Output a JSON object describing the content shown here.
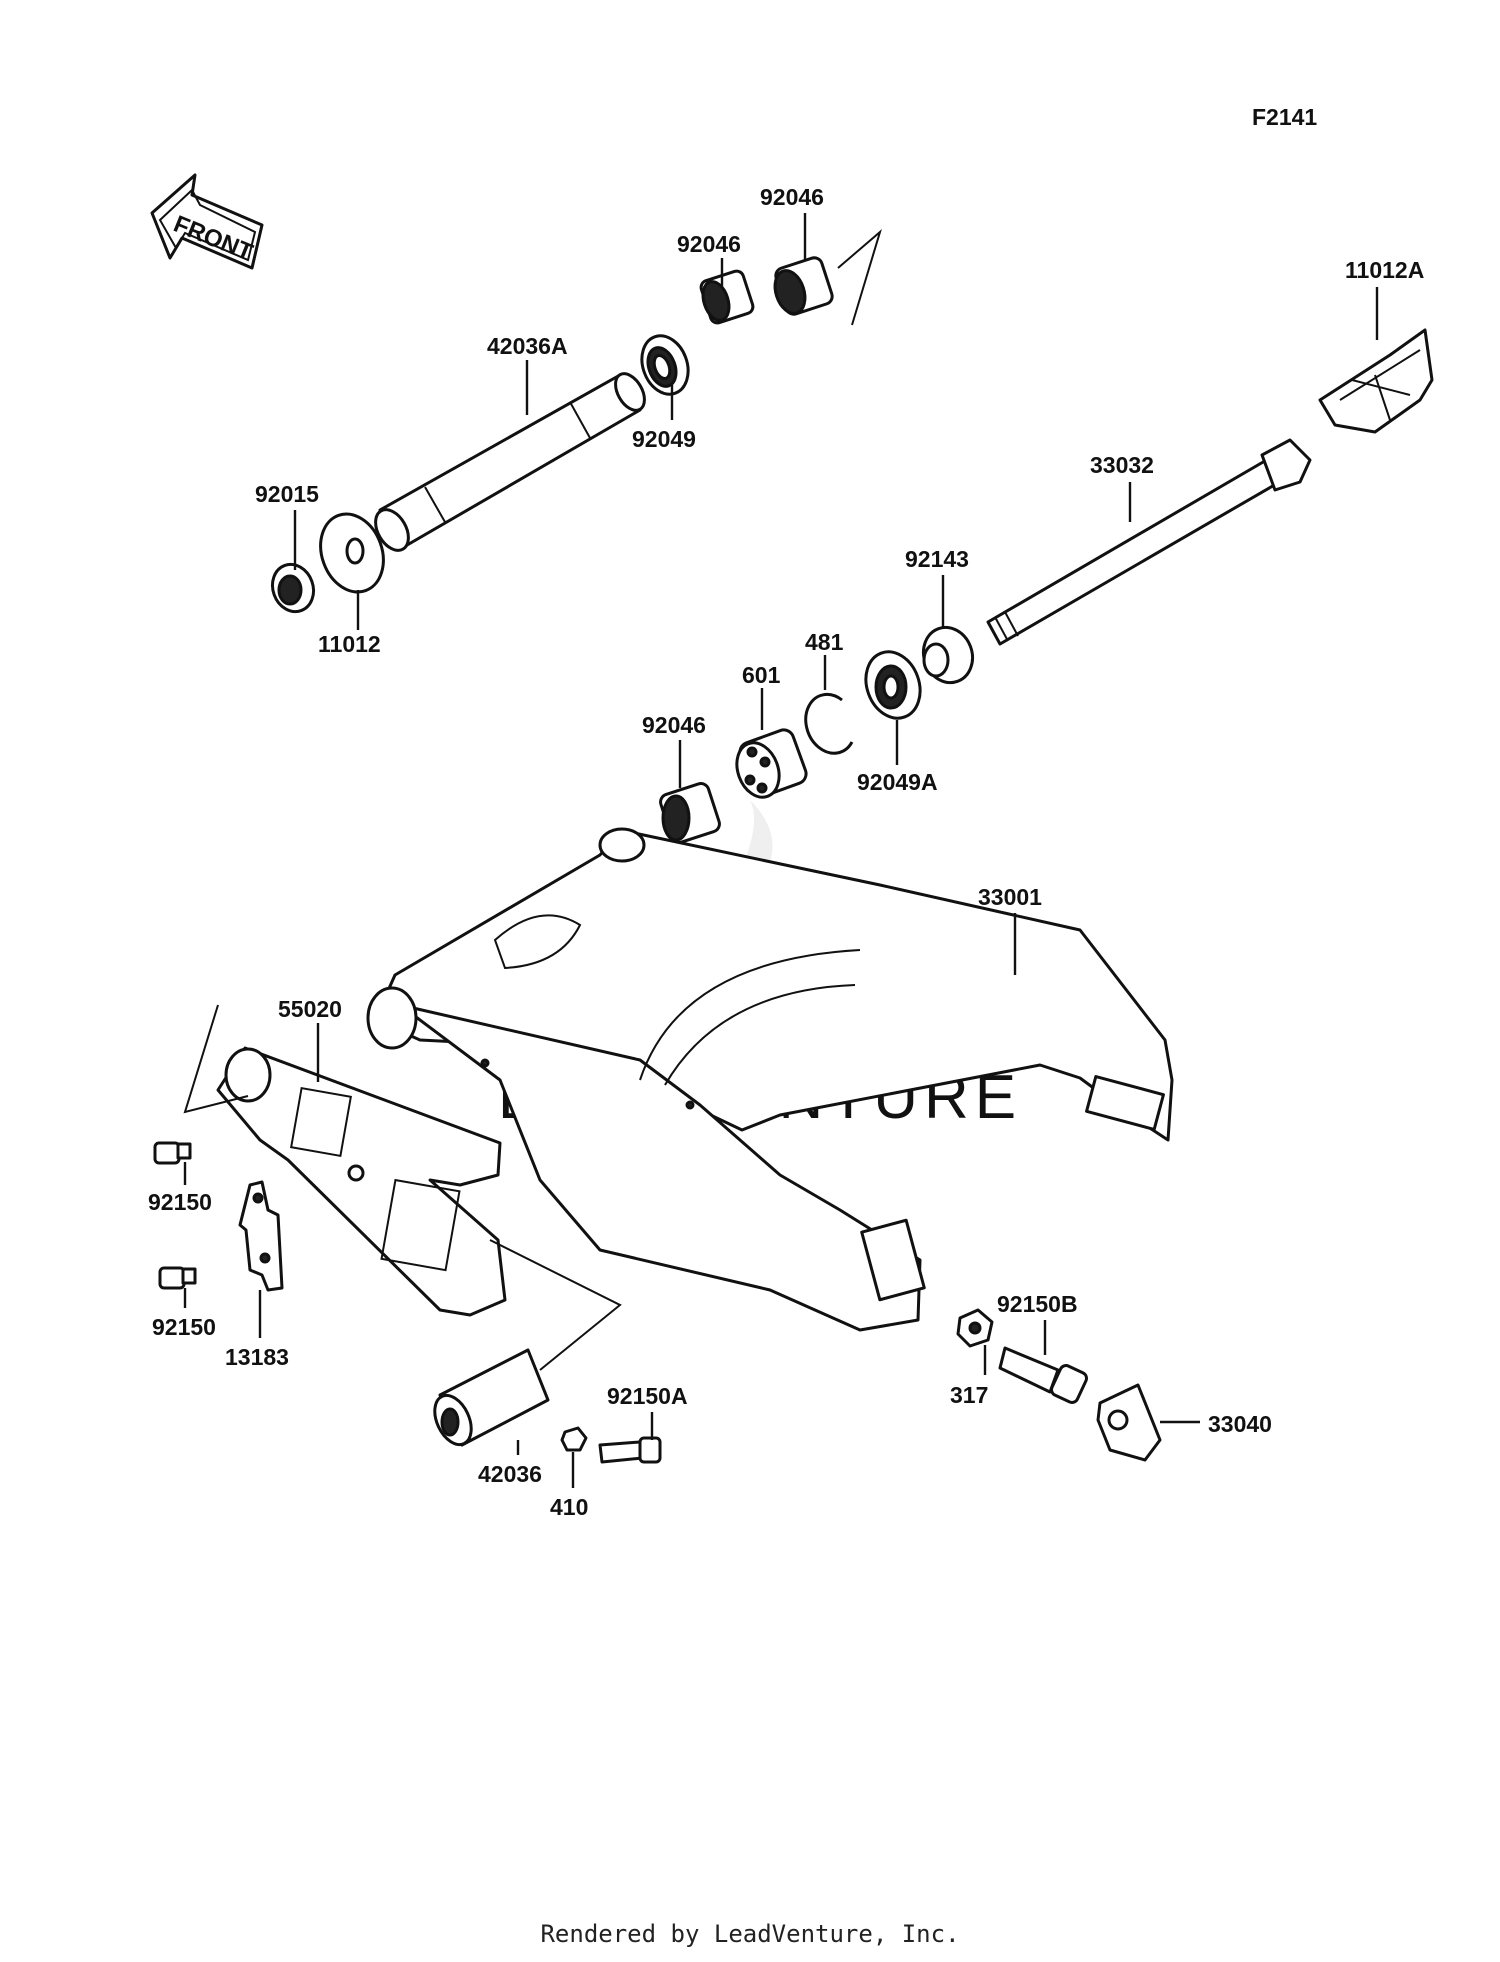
{
  "diagram": {
    "figure_code": "F2141",
    "front_label": "FRONT",
    "watermark": "LEADVENTURE",
    "parts": {
      "p92046_top": "92046",
      "p92046_mid": "92046",
      "p11012A": "11012A",
      "p42036A": "42036A",
      "p92049": "92049",
      "p92015": "92015",
      "p11012": "11012",
      "p33032": "33032",
      "p92143": "92143",
      "p481": "481",
      "p601": "601",
      "p92046_low": "92046",
      "p92049A": "92049A",
      "p33001": "33001",
      "p55020": "55020",
      "p92150_a": "92150",
      "p92150_b": "92150",
      "p13183": "13183",
      "p92150B": "92150B",
      "p317": "317",
      "p33040": "33040",
      "p92150A": "92150A",
      "p42036": "42036",
      "p410": "410"
    }
  },
  "footer": "Rendered by LeadVenture, Inc."
}
